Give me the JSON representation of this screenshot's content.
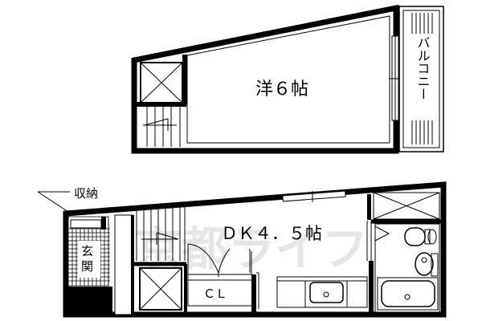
{
  "floor_plan": {
    "upper_floor": {
      "room_label": "洋６帖",
      "balcony_label": "バルコニー"
    },
    "lower_floor": {
      "room_label": "ＤＫ４．５帖",
      "storage_label": "収納",
      "entrance_label_1": "玄",
      "entrance_label_2": "関",
      "closet_label": "ＣＬ"
    },
    "watermark": "京都ライフ"
  }
}
